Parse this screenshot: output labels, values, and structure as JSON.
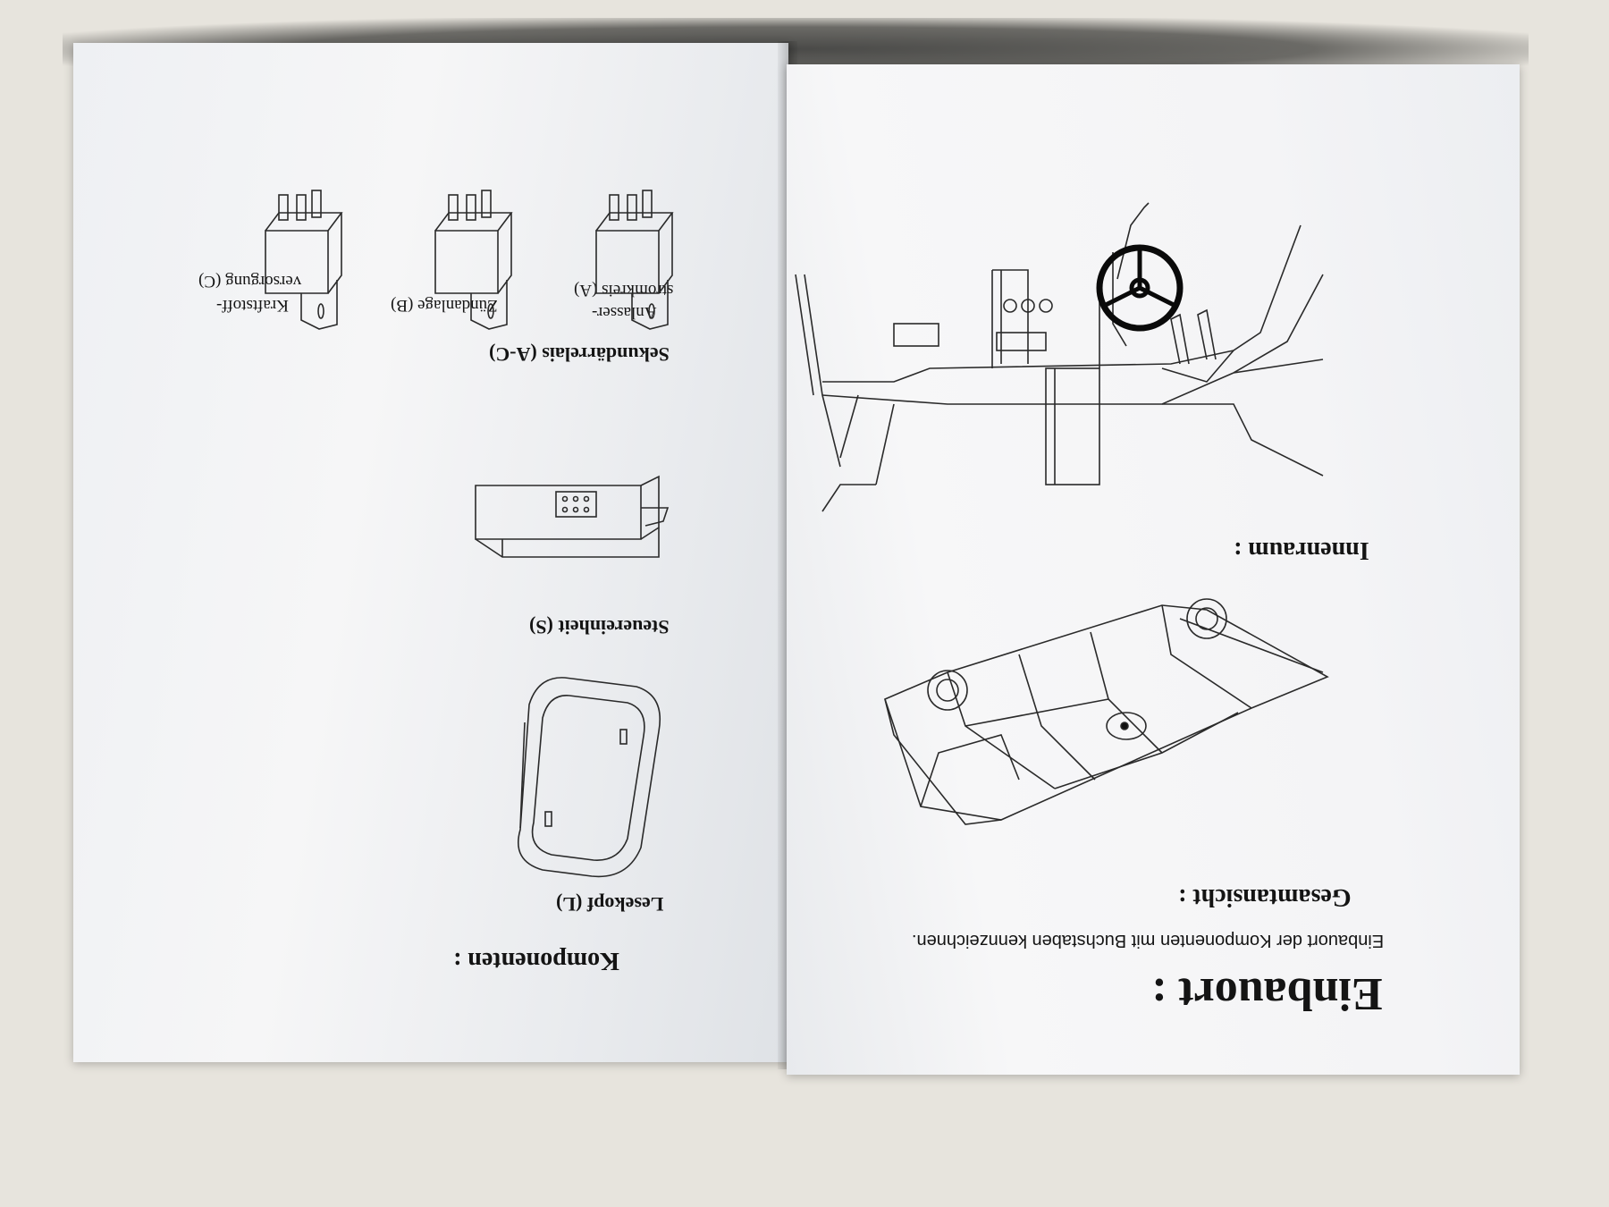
{
  "right_page": {
    "title": "Einbauort :",
    "intro": "Einbauort der Komponenten mit Buchstaben kennzeichnen.",
    "overview_heading": "Gesamtansicht :",
    "interior_heading": "Innenraum :"
  },
  "left_page": {
    "title": "Komponenten :",
    "reader_label": "Lesekopf (L)",
    "control_unit_label": "Steuereinheit (S)",
    "relays_heading": "Sekundärrelais (A-C)",
    "relay_a_line1": "Anlasser-",
    "relay_a_line2": "stromkreis (A)",
    "relay_b_label": "Zündanlage (B)",
    "relay_c_line1": "Kraftstoff-",
    "relay_c_line2": "versorgung (C)"
  }
}
